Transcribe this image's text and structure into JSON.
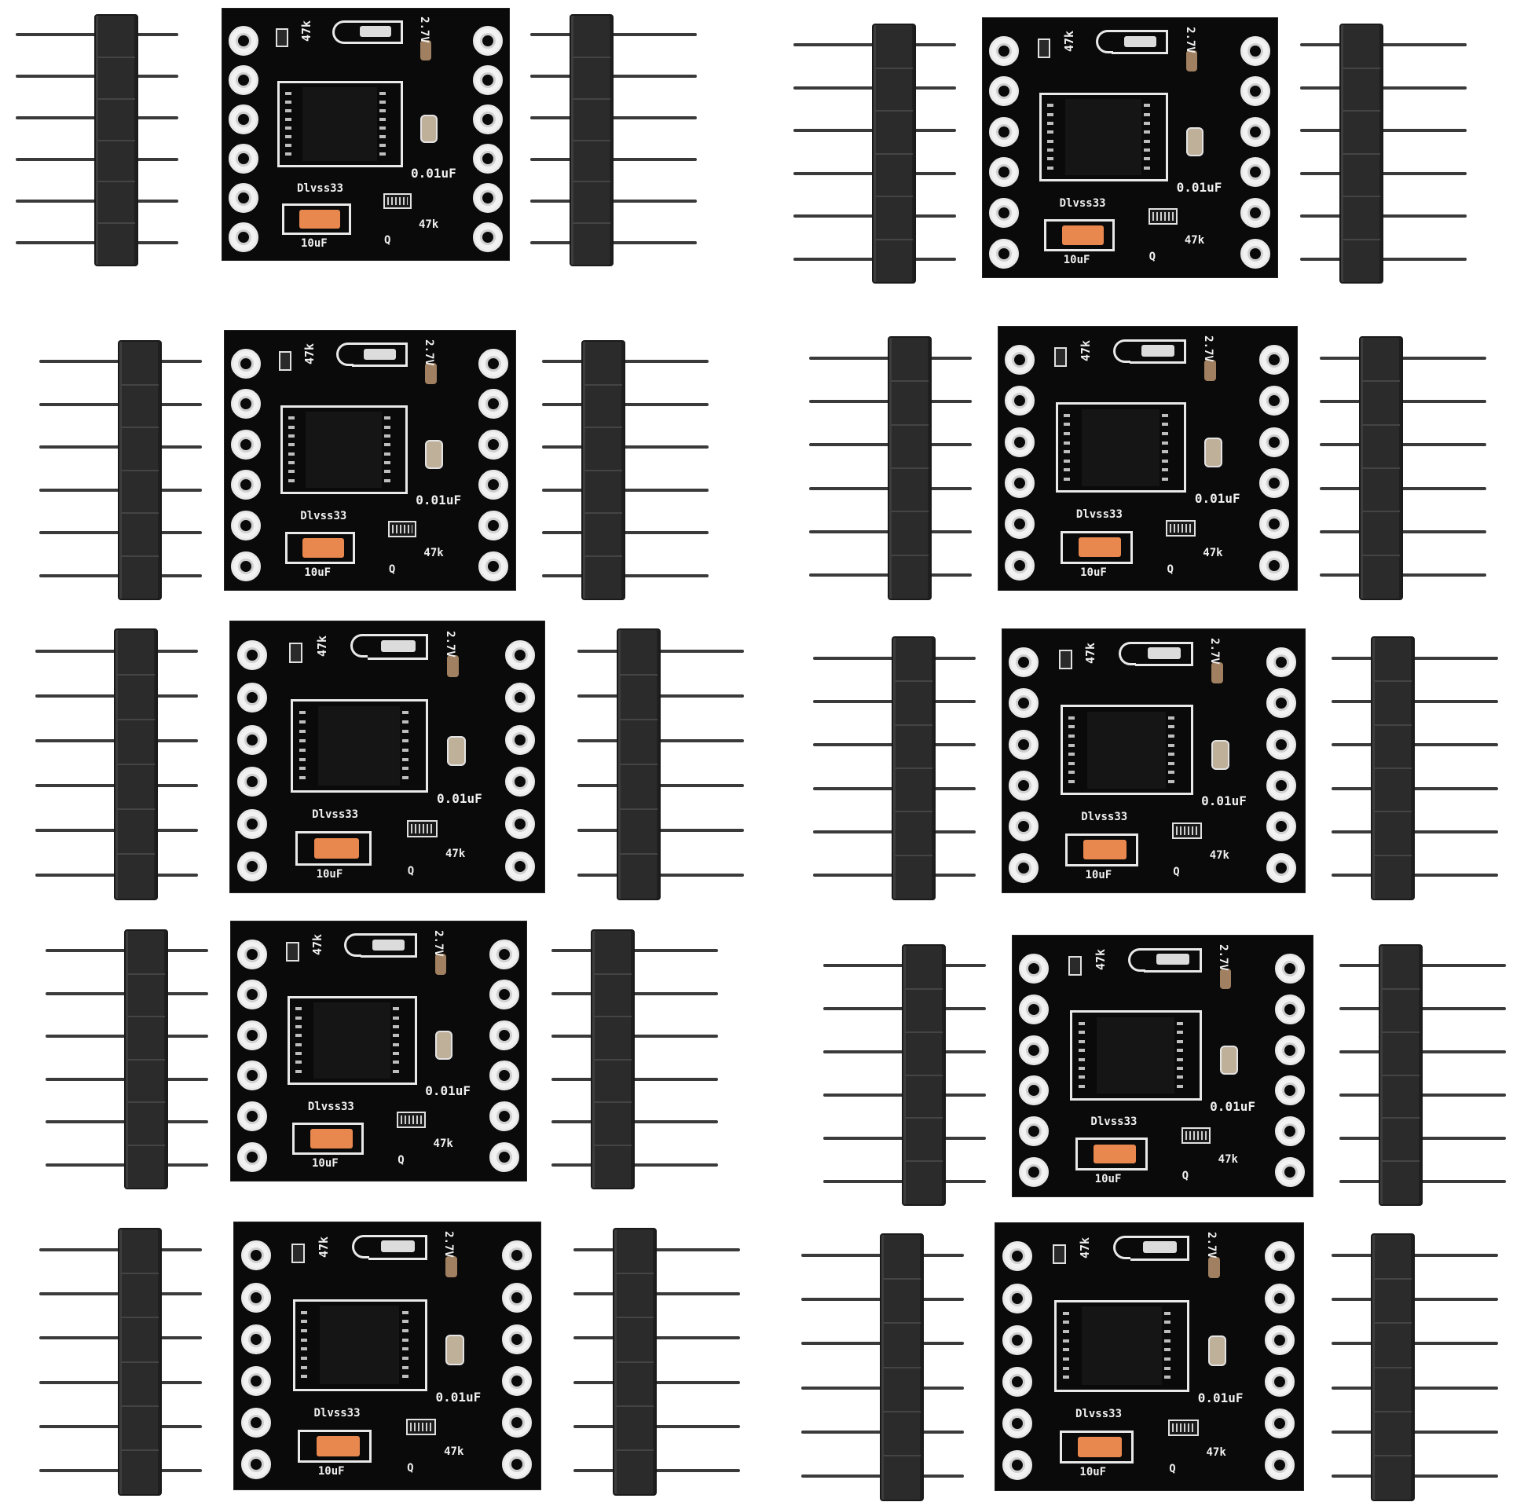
{
  "scene": {
    "subject": "photo of pcb modules with loose pin headers",
    "background_color": "#ffffff",
    "board_color": "#0a0a0a",
    "accent_color": "#e8874e"
  },
  "silkscreen": {
    "r1": "47k",
    "zener": "2.7V",
    "cap_small": "0.01uF",
    "diode": "Dlvss33",
    "cap_big": "10uF",
    "r2": "47k",
    "q": "Q"
  },
  "modules": [
    {
      "id": "module-1"
    },
    {
      "id": "module-2"
    },
    {
      "id": "module-3"
    },
    {
      "id": "module-4"
    },
    {
      "id": "module-5"
    },
    {
      "id": "module-6"
    },
    {
      "id": "module-7"
    },
    {
      "id": "module-8"
    },
    {
      "id": "module-9"
    },
    {
      "id": "module-10"
    }
  ]
}
